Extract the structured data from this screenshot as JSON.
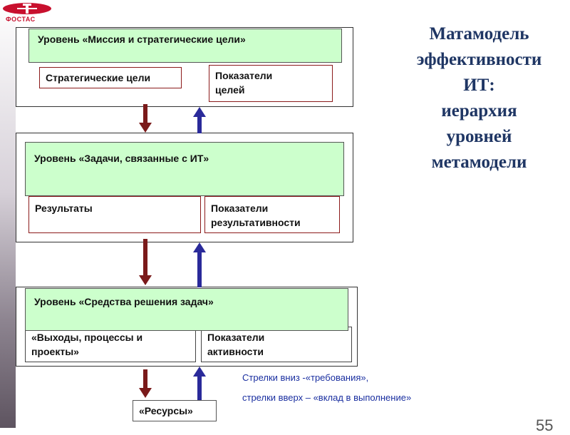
{
  "logo": {
    "text": "ФОСТАС"
  },
  "title": {
    "lines": [
      "Матамодель",
      "эффективности",
      "ИТ:",
      "иерархия",
      "уровней",
      "метамодели"
    ]
  },
  "levels": [
    {
      "header": "Уровень «Миссия  и стратегические цели»",
      "left_cell": "Стратегические цели",
      "right_cell_line1": "Показатели",
      "right_cell_line2": "целей"
    },
    {
      "header": "Уровень «Задачи, связанные с ИТ»",
      "left_cell": "Результаты",
      "right_cell_line1": "Показатели",
      "right_cell_line2": "результативности"
    },
    {
      "header": "Уровень «Средства решения задач»",
      "left_cell_line1": "«Выходы, процессы и",
      "left_cell_line2": "проекты»",
      "right_cell_line1": "Показатели",
      "right_cell_line2": "активности"
    }
  ],
  "resources": "«Ресурсы»",
  "notes": {
    "line1": "Стрелки вниз -«требования»,",
    "line2": "стрелки  вверх – «вклад в выполнение»"
  },
  "page_number": "55",
  "colors": {
    "down_arrow": "#7a1a1a",
    "up_arrow": "#2a2a9a",
    "header_fill": "#ccffcc",
    "title": "#1f3664",
    "note": "#1a2fa0"
  }
}
